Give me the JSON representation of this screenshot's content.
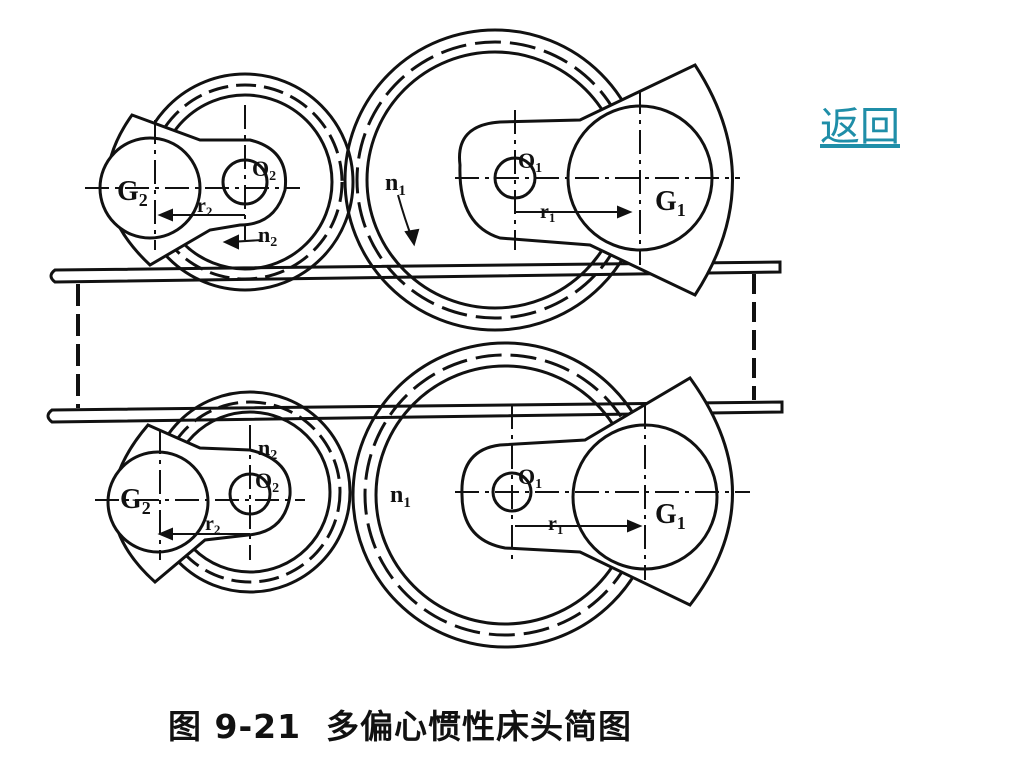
{
  "nav": {
    "back_label": "返回"
  },
  "figure": {
    "caption": "图 9-21  多偏心惯性床头简图",
    "labels": {
      "g1": "G",
      "g1_sub": "1",
      "g2": "G",
      "g2_sub": "2",
      "o1": "O",
      "o1_sub": "1",
      "o2": "O",
      "o2_sub": "2",
      "n1": "n",
      "n1_sub": "1",
      "n2": "n",
      "n2_sub": "2",
      "r1": "r",
      "r1_sub": "1",
      "r2": "r",
      "r2_sub": "2"
    }
  },
  "colors": {
    "line": "#111111",
    "link": "#1f8ea8"
  }
}
